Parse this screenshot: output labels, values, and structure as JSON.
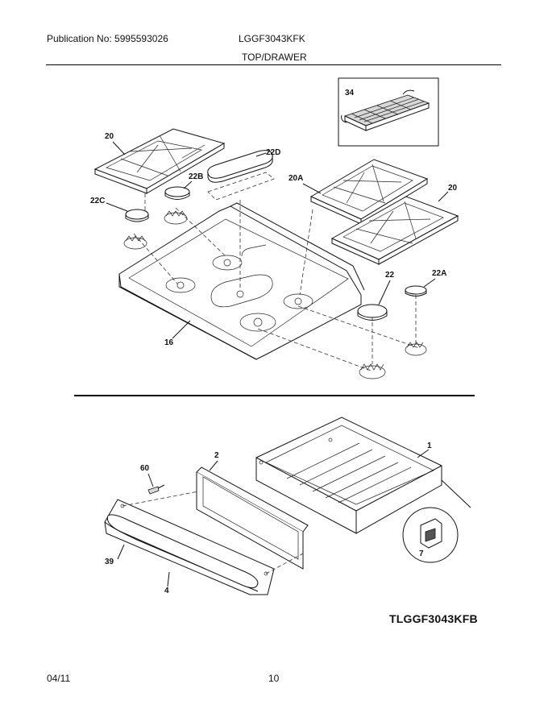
{
  "header": {
    "publication": "Publication No: 5995593026",
    "model": "LGGF3043KFK",
    "section": "TOP/DRAWER"
  },
  "footer": {
    "date": "04/11",
    "page": "10"
  },
  "diagram_code": "TLGGF3043KFB",
  "callouts": {
    "griddle": "34",
    "grate_left": "20",
    "grate_center": "20A",
    "grate_right": "20",
    "cap_center_oval": "22D",
    "cap_left_rear": "22B",
    "cap_left_front": "22C",
    "cap_right_front": "22",
    "cap_right_rear": "22A",
    "cooktop": "16",
    "drawer_body": "1",
    "drawer_glass_panel": "2",
    "screw": "60",
    "drawer_trim": "39",
    "drawer_front": "4",
    "drawer_clip": "7"
  }
}
